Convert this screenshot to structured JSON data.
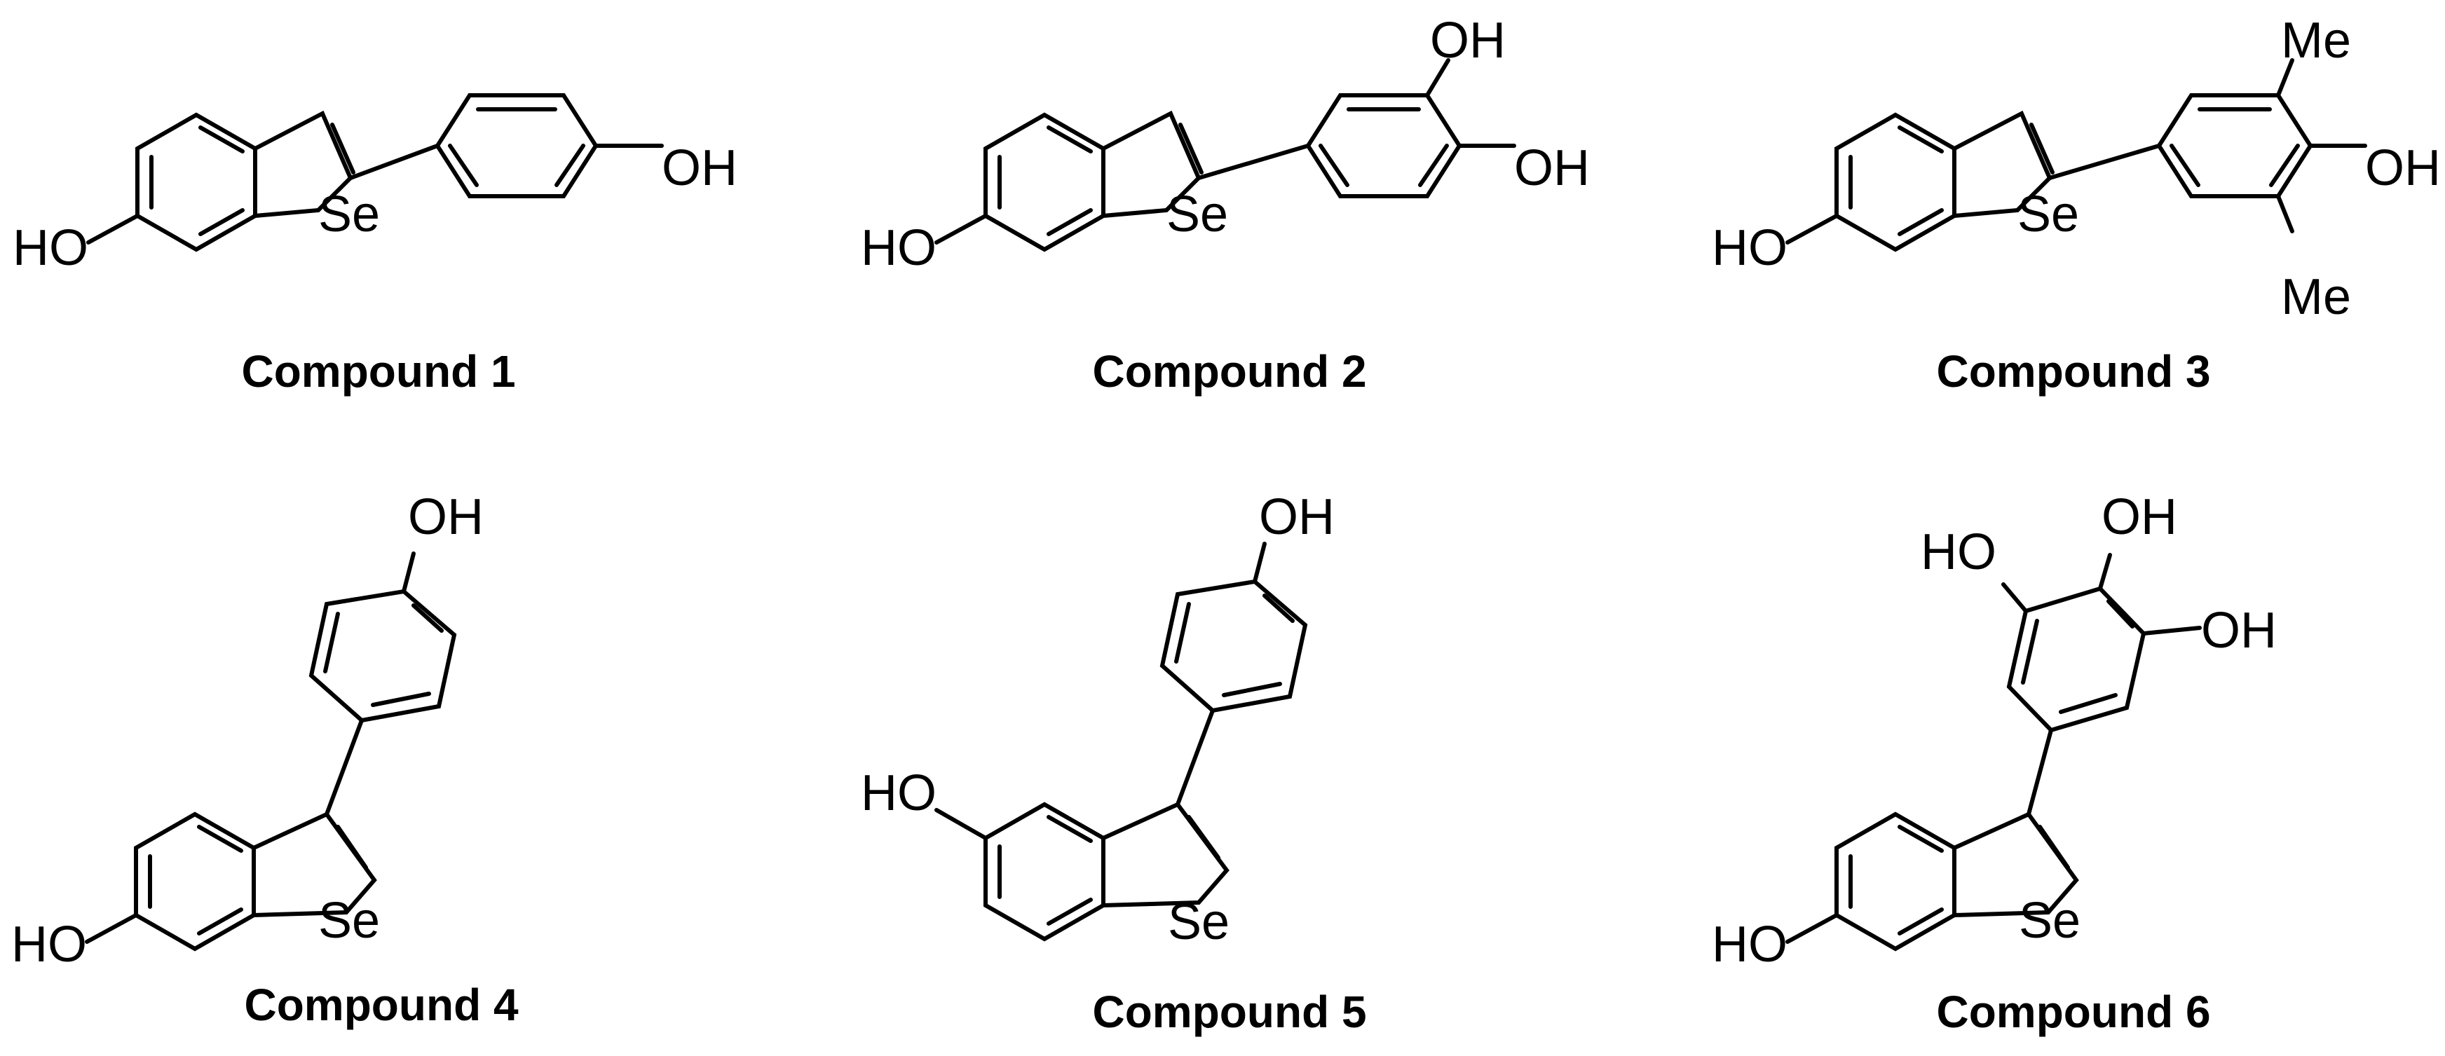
{
  "figure": {
    "compounds": [
      {
        "caption": "Compound 1",
        "heteroatom": "Se",
        "substituents": [
          "HO",
          "OH"
        ]
      },
      {
        "caption": "Compound 2",
        "heteroatom": "Se",
        "substituents": [
          "HO",
          "OH",
          "OH"
        ]
      },
      {
        "caption": "Compound 3",
        "heteroatom": "Se",
        "substituents": [
          "HO",
          "OH",
          "Me",
          "Me"
        ]
      },
      {
        "caption": "Compound 4",
        "heteroatom": "Se",
        "substituents": [
          "HO",
          "OH"
        ]
      },
      {
        "caption": "Compound 5",
        "heteroatom": "Se",
        "substituents": [
          "HO",
          "OH"
        ]
      },
      {
        "caption": "Compound 6",
        "heteroatom": "Se",
        "substituents": [
          "HO",
          "HO",
          "OH",
          "OH"
        ]
      }
    ]
  }
}
